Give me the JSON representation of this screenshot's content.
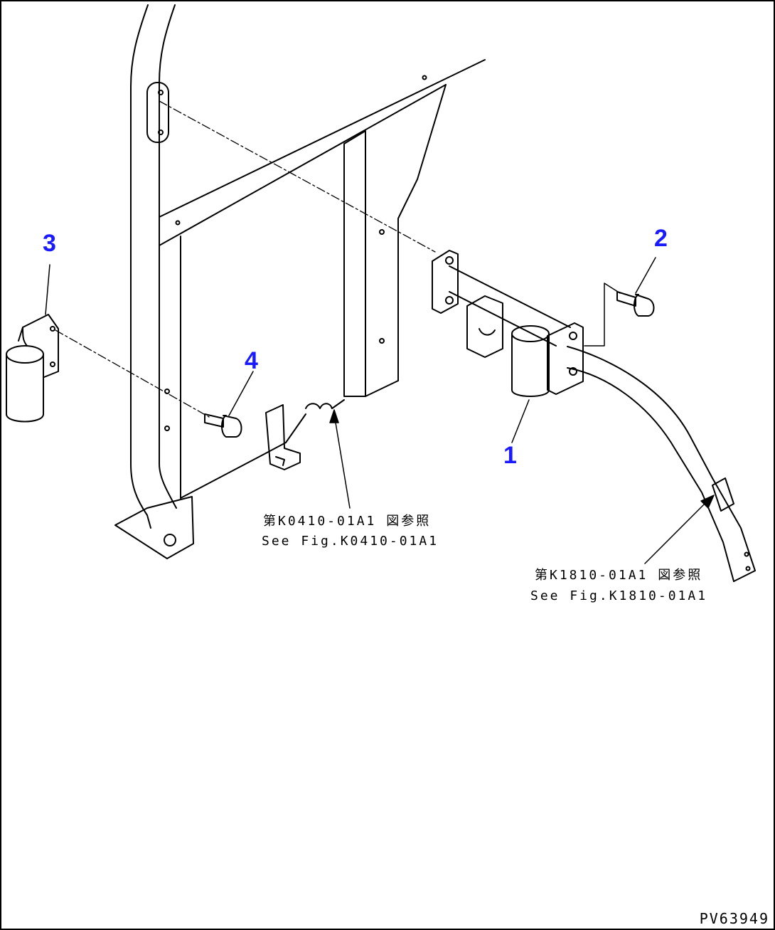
{
  "part_numbers": [
    {
      "label": "1"
    },
    {
      "label": "2"
    },
    {
      "label": "3"
    },
    {
      "label": "4"
    }
  ],
  "references": [
    {
      "line_jp": "第K0410-01A1 図参照",
      "line_en": "See Fig.K0410-01A1"
    },
    {
      "line_jp": "第K1810-01A1 図参照",
      "line_en": "See Fig.K1810-01A1"
    }
  ],
  "drawing_id": "PV63949",
  "colors": {
    "line": "#000000",
    "part_number": "#1a1aff",
    "background": "#ffffff"
  }
}
